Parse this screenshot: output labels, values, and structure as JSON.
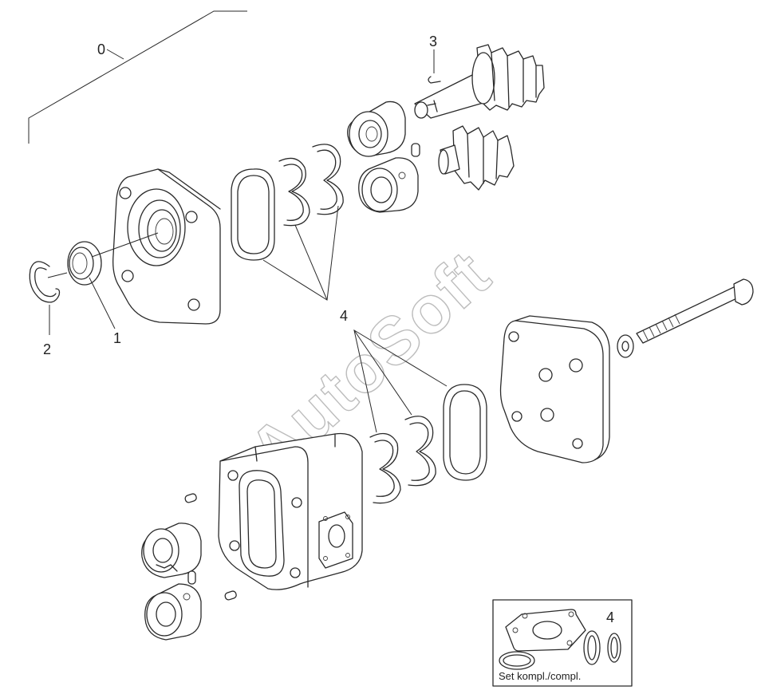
{
  "callouts": {
    "c0": "0",
    "c1": "1",
    "c2": "2",
    "c3": "3",
    "c4": "4",
    "inset_number": "4"
  },
  "watermark": "AutoSoft",
  "inset": {
    "caption": "Set kompl./compl."
  }
}
